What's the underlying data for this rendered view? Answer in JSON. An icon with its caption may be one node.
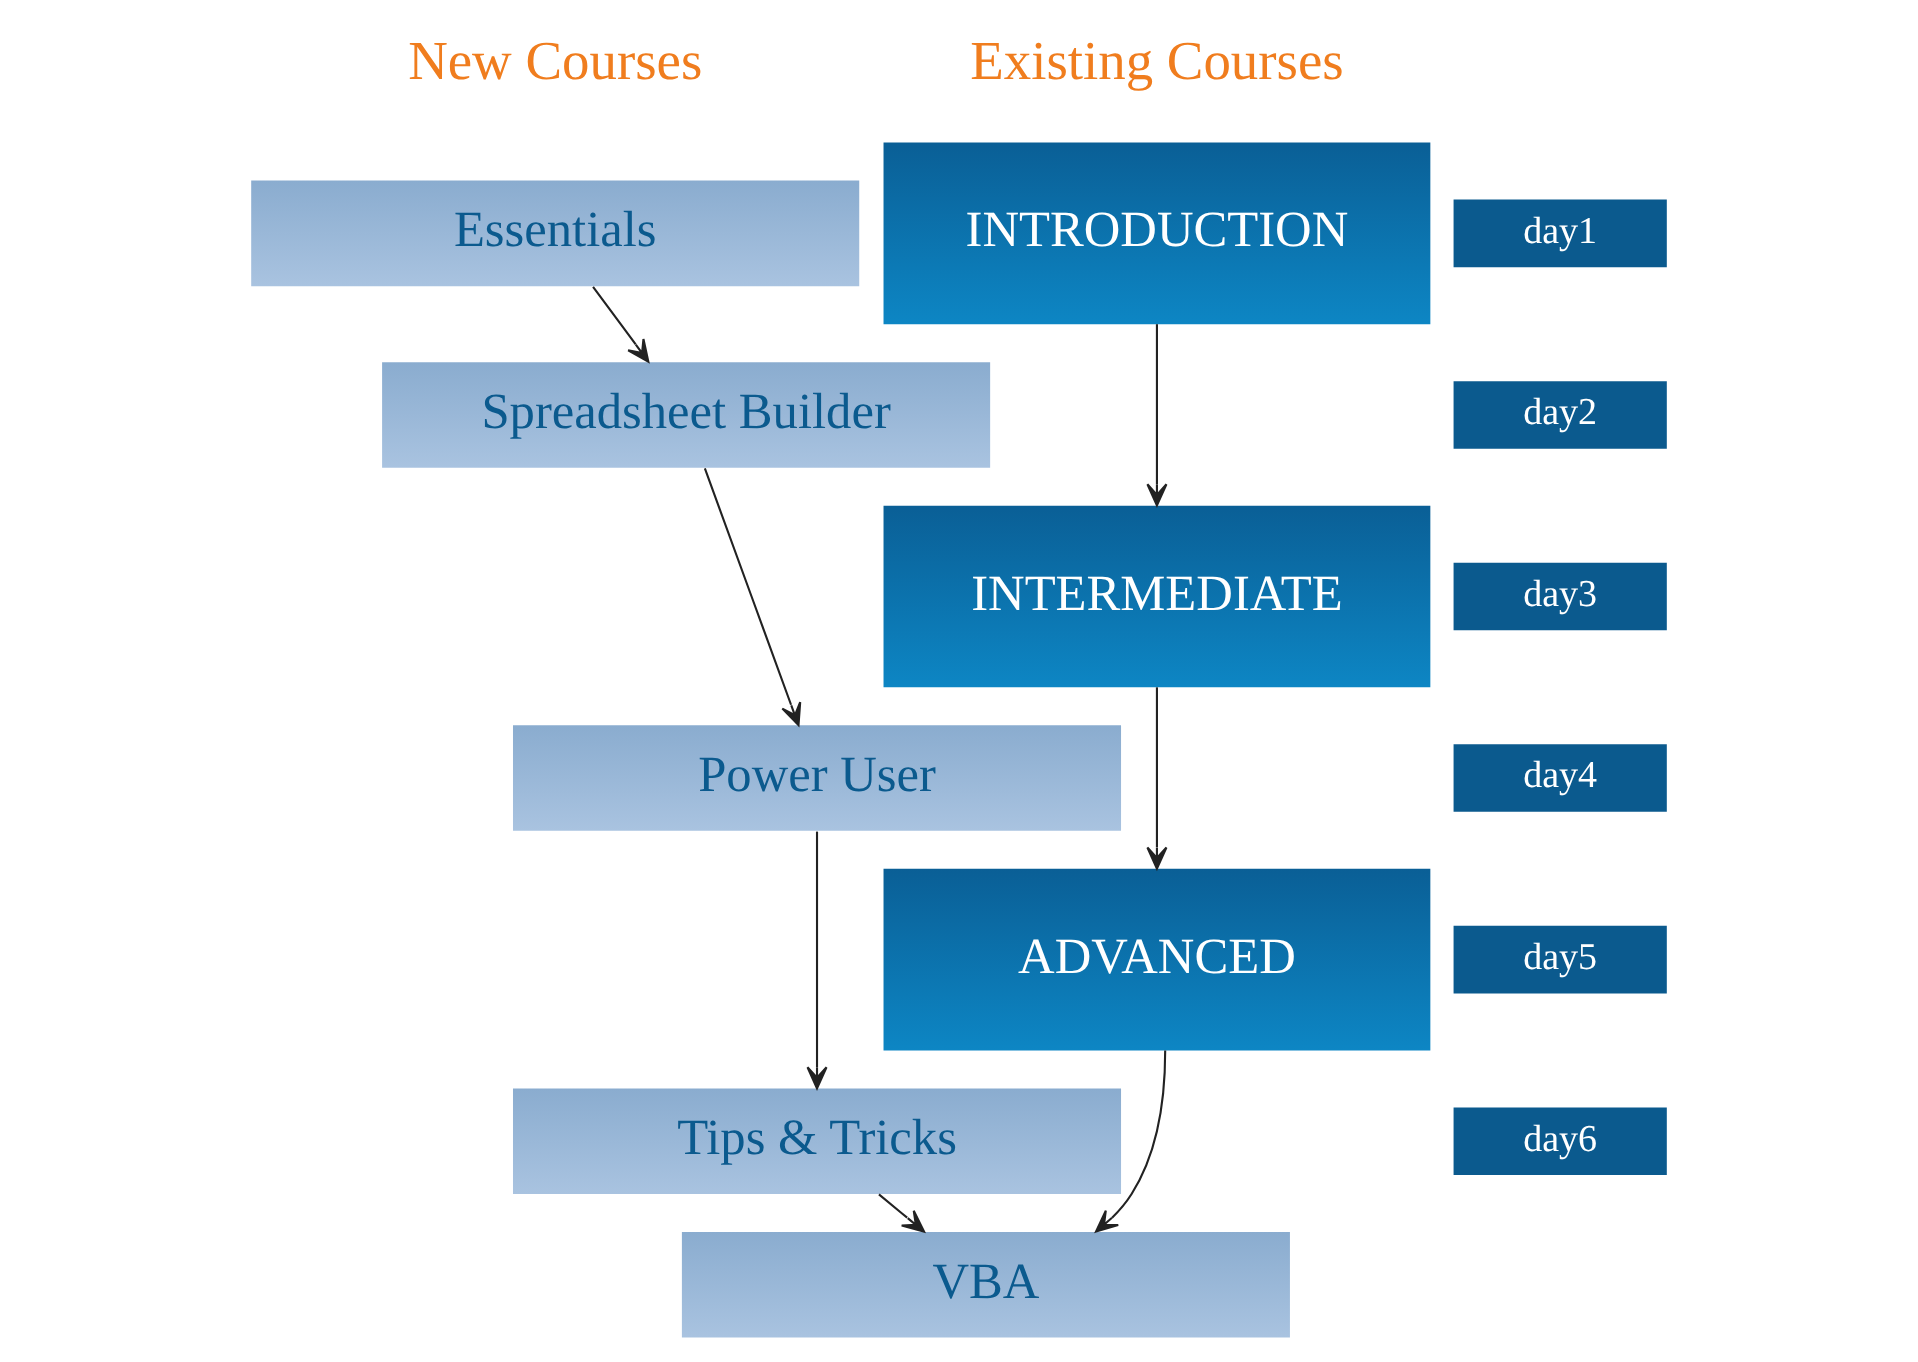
{
  "diagram": {
    "nodes": [
      {
        "text": [
          "INTRODUCTION"
        ]
      },
      {
        "text": [
          "day1"
        ]
      },
      {
        "text": [
          "Essentials"
        ]
      },
      {
        "text": [
          "day2"
        ]
      },
      {
        "text": [
          "Spreadsheet Builder"
        ]
      },
      {
        "text": [
          "INTERMEDIATE"
        ]
      },
      {
        "text": [
          "day3"
        ]
      },
      {
        "text": [
          "day4"
        ]
      },
      {
        "text": [
          "Power User"
        ]
      },
      {
        "text": [
          "day5"
        ]
      },
      {
        "text": [
          "ADVANCED"
        ]
      },
      {
        "text": [
          "day6"
        ]
      },
      {
        "text": [
          "Tips & Tricks"
        ]
      },
      {
        "text": [
          "VBA"
        ]
      }
    ],
    "edges": [
      {
        "from": 0,
        "to": 5,
        "arrow": "to"
      },
      {
        "from": 5,
        "to": 10,
        "arrow": "to"
      },
      {
        "from": 10,
        "to": 13,
        "arrow": "to"
      },
      {
        "from": 2,
        "to": 4,
        "arrow": "to"
      },
      {
        "from": 4,
        "to": 8,
        "arrow": "to"
      },
      {
        "from": 8,
        "to": 12,
        "arrow": "to"
      },
      {
        "from": 12,
        "to": 13,
        "arrow": "to"
      }
    ],
    "labels": [
      "Existing Courses",
      "New Courses"
    ]
  }
}
